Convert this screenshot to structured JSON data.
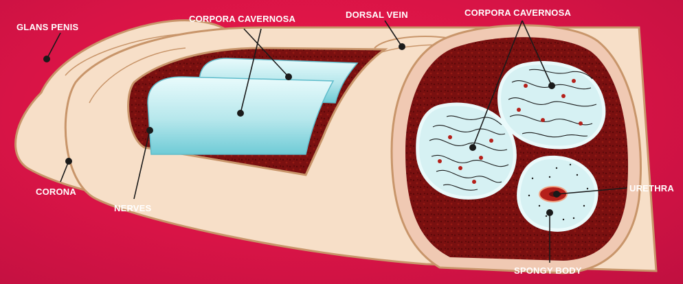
{
  "labels": {
    "glans_penis": "GLANS PENIS",
    "corona": "CORONA",
    "corpora_cavernosa_left": "CORPORA CAVERNOSA",
    "dorsal_vein": "DORSAL VEIN",
    "corpora_cavernosa_right": "CORPORA CAVERNOSA",
    "nerves": "NERVES",
    "urethra": "URETHRA",
    "spongy_body": "SPONGY BODY"
  },
  "colors": {
    "background": "#e8174b",
    "skin": "#f7dfc8",
    "skin_outline": "#c8956a",
    "tissue": "#7a1010",
    "cavernosa_fill": "#c9eef2",
    "cavernosa_shade": "#7fd3dc",
    "urethra": "#b5201a",
    "pointer": "#1a1a1a",
    "label_text": "#ffffff"
  }
}
